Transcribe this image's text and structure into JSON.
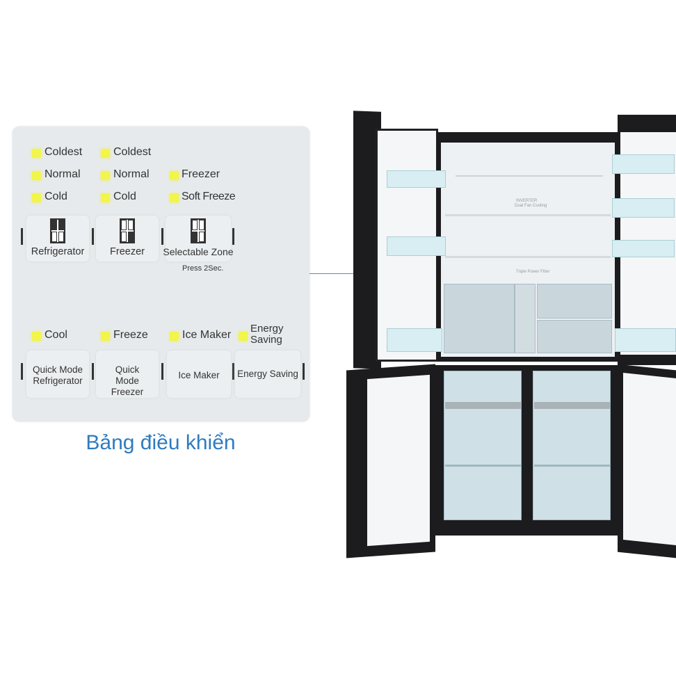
{
  "panel": {
    "top_section": {
      "columns": [
        {
          "leds": [
            "Coldest",
            "Normal",
            "Cold"
          ],
          "button": "Refrigerator"
        },
        {
          "leds": [
            "Coldest",
            "Normal",
            "Cold"
          ],
          "button": "Freezer"
        },
        {
          "leds": [
            "Freezer",
            "Soft Freeze"
          ],
          "button": "Selectable Zone",
          "note": "Press 2Sec."
        }
      ]
    },
    "bottom_section": {
      "columns": [
        {
          "led": "Cool",
          "button": "Quick Mode Refrigerator"
        },
        {
          "led": "Freeze",
          "button": "Quick Mode Freezer"
        },
        {
          "led": "Ice Maker",
          "button": "Ice Maker"
        },
        {
          "led": "Energy Saving",
          "button": "Energy Saving"
        }
      ]
    }
  },
  "caption": "Bảng điều khiển",
  "fridge_labels": {
    "top": "INVERTER",
    "top_sub": "Dual Fan Cooling",
    "filter": "Triple Power Filter"
  },
  "colors": {
    "led": "#f2f54a",
    "caption": "#2e7bbf",
    "body": "#1c1c1e"
  }
}
